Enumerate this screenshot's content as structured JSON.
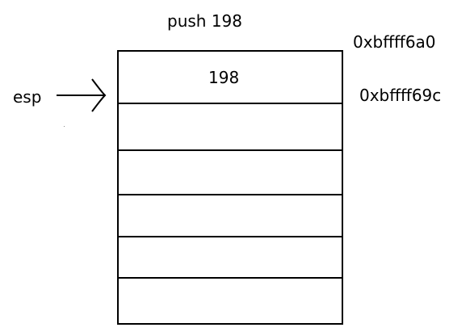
{
  "title": "push 198",
  "addresses": {
    "top": "0xbffff6a0",
    "esp": "0xbffff69c"
  },
  "register": {
    "label": "esp"
  },
  "stack": {
    "cells": [
      "198",
      "",
      "",
      "",
      "",
      ""
    ]
  }
}
